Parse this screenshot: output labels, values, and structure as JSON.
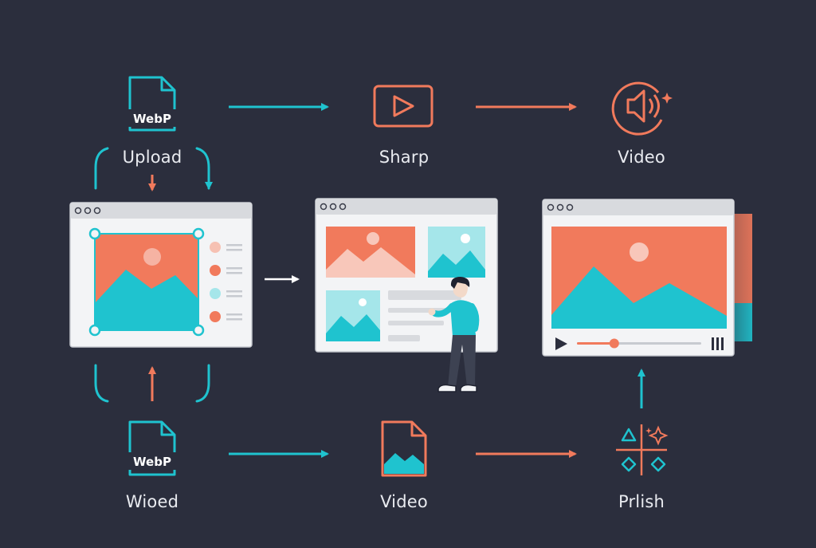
{
  "colors": {
    "background": "#2b2e3d",
    "teal": "#1fc3cf",
    "coral": "#f17a5c",
    "window_bg": "#f3f4f6",
    "window_bar": "#d8dade",
    "text": "#e9ebf0"
  },
  "nodes": {
    "top_upload": {
      "label": "Upload",
      "badge": "WebP",
      "icon": "webp-file-icon"
    },
    "top_sharp": {
      "label": "Sharp",
      "icon": "play-icon"
    },
    "top_video": {
      "label": "Video",
      "icon": "speaker-icon"
    },
    "bottom_wioed": {
      "label": "Wioed",
      "badge": "WebP",
      "icon": "webp-file-icon"
    },
    "bottom_video": {
      "label": "Video",
      "icon": "image-file-icon"
    },
    "bottom_prlish": {
      "label": "Prlish",
      "icon": "sparkle-grid-icon"
    }
  },
  "windows": {
    "editor": {
      "icon": "image-editor-window"
    },
    "gallery": {
      "icon": "gallery-window"
    },
    "player": {
      "icon": "video-player-window",
      "progress": 0.3
    }
  }
}
